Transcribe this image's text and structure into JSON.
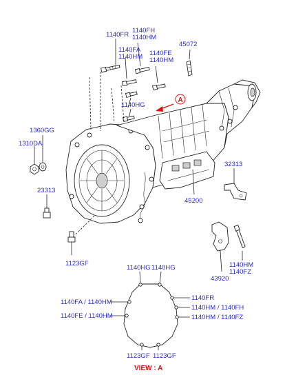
{
  "labels": {
    "p1140FR": "1140FR",
    "p1140FH_1140HM_a": "1140FH",
    "p1140FH_1140HM_b": "1140HM",
    "p1140FA_1140HM_a": "1140FA",
    "p1140FA_1140HM_b": "1140HM",
    "p1140FE_1140HM_a": "1140FE",
    "p1140FE_1140HM_b": "1140HM",
    "p45072": "45072",
    "p1140HG": "1140HG",
    "p1360GG": "1360GG",
    "p1310DA": "1310DA",
    "p23313": "23313",
    "p32313": "32313",
    "p45200": "45200",
    "p1123GF": "1123GF",
    "p43920": "43920",
    "p1140HM_1140FZ_a": "1140HM",
    "p1140HM_1140FZ_b": "1140FZ",
    "callout_A": "A"
  },
  "view": {
    "top_left": "1140HG",
    "top_right": "1140HG",
    "left_1": "1140FA / 1140HM",
    "left_2": "1140FE / 1140HM",
    "right_1": "1140FR",
    "right_2": "1140HM / 1140FH",
    "right_3": "1140HM / 1140FZ",
    "bottom_left": "1123GF",
    "bottom_right": "1123GF",
    "title": "VIEW : A"
  },
  "colors": {
    "label_blue": "#2a2ad0",
    "callout_red": "#e01010"
  }
}
